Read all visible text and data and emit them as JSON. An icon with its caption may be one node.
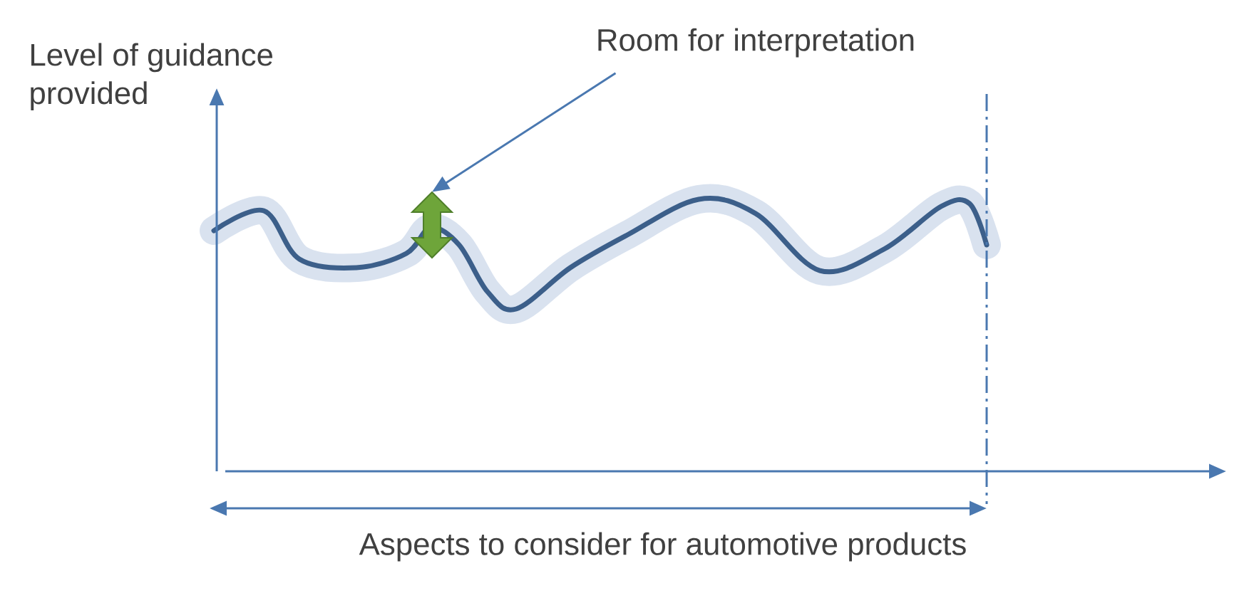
{
  "diagram": {
    "nodes": [
      {
        "text": [
          "Room for interpretation"
        ]
      },
      {
        "text": [],
        "shape": "arrow"
      }
    ],
    "edges": [
      {
        "from": 0,
        "to": 1,
        "arrow": "to"
      }
    ],
    "labels": [
      "Level of guidance provided",
      "Aspects to consider for automotive products"
    ]
  }
}
